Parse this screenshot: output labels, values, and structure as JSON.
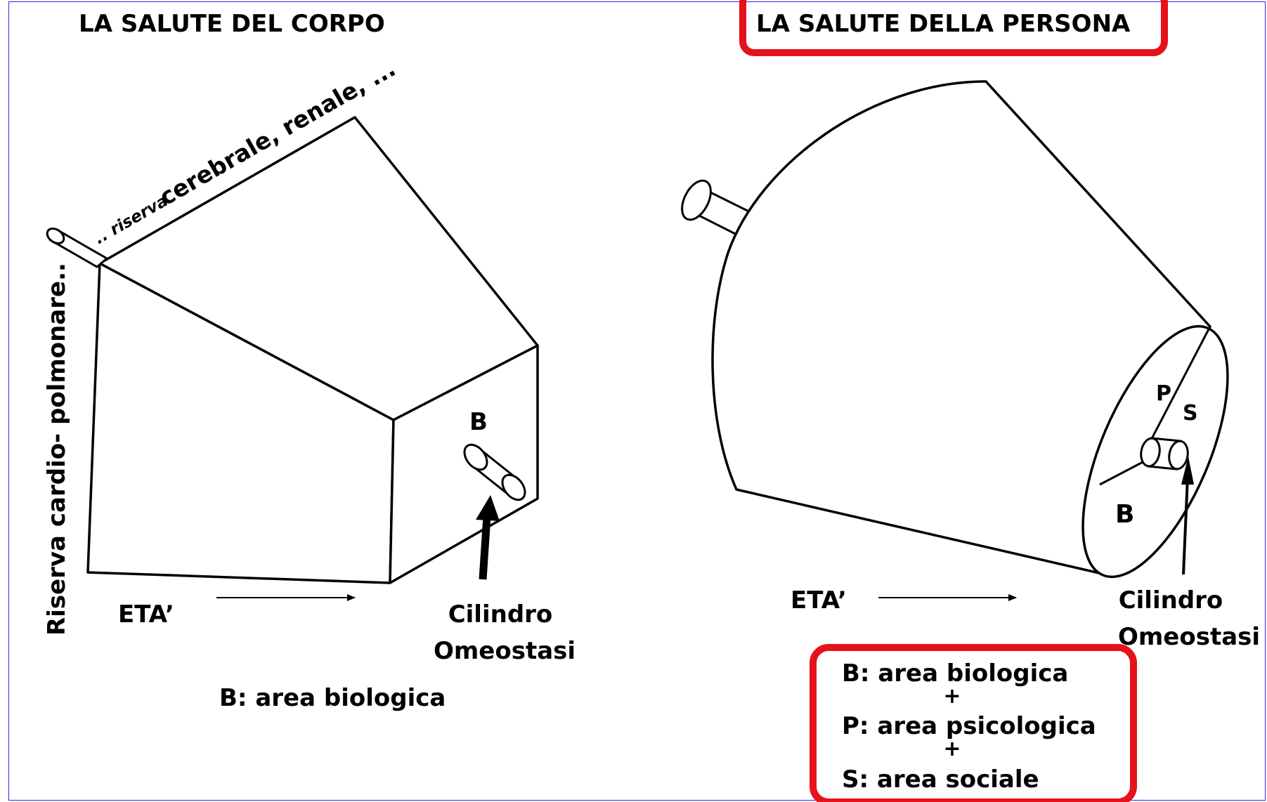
{
  "left_panel": {
    "title": "LA SALUTE DEL CORPO",
    "top_edge_label_small": ".. riserva",
    "top_edge_label_large": "cerebrale, renale, ...",
    "side_edge_label": "Riserva cardio- polmonare..",
    "face_label": "B",
    "axis_label": "ETA’",
    "cylinder_label_line1": "Cilindro",
    "cylinder_label_line2": "Omeostasi",
    "legend": "B: area biologica"
  },
  "right_panel": {
    "title": "LA SALUTE DELLA PERSONA",
    "sector_labels": {
      "p": "P",
      "s": "S",
      "b": "B"
    },
    "axis_label": "ETA’",
    "cylinder_label_line1": "Cilindro",
    "cylinder_label_line2": "Omeostasi",
    "legend": {
      "line1": "B: area biologica",
      "plus1": "+",
      "line2": "P: area psicologica",
      "plus2": "+",
      "line3": "S: area sociale"
    }
  },
  "colors": {
    "highlight": "#e5121b",
    "frame": "#2a2adf",
    "ink": "#000000"
  }
}
